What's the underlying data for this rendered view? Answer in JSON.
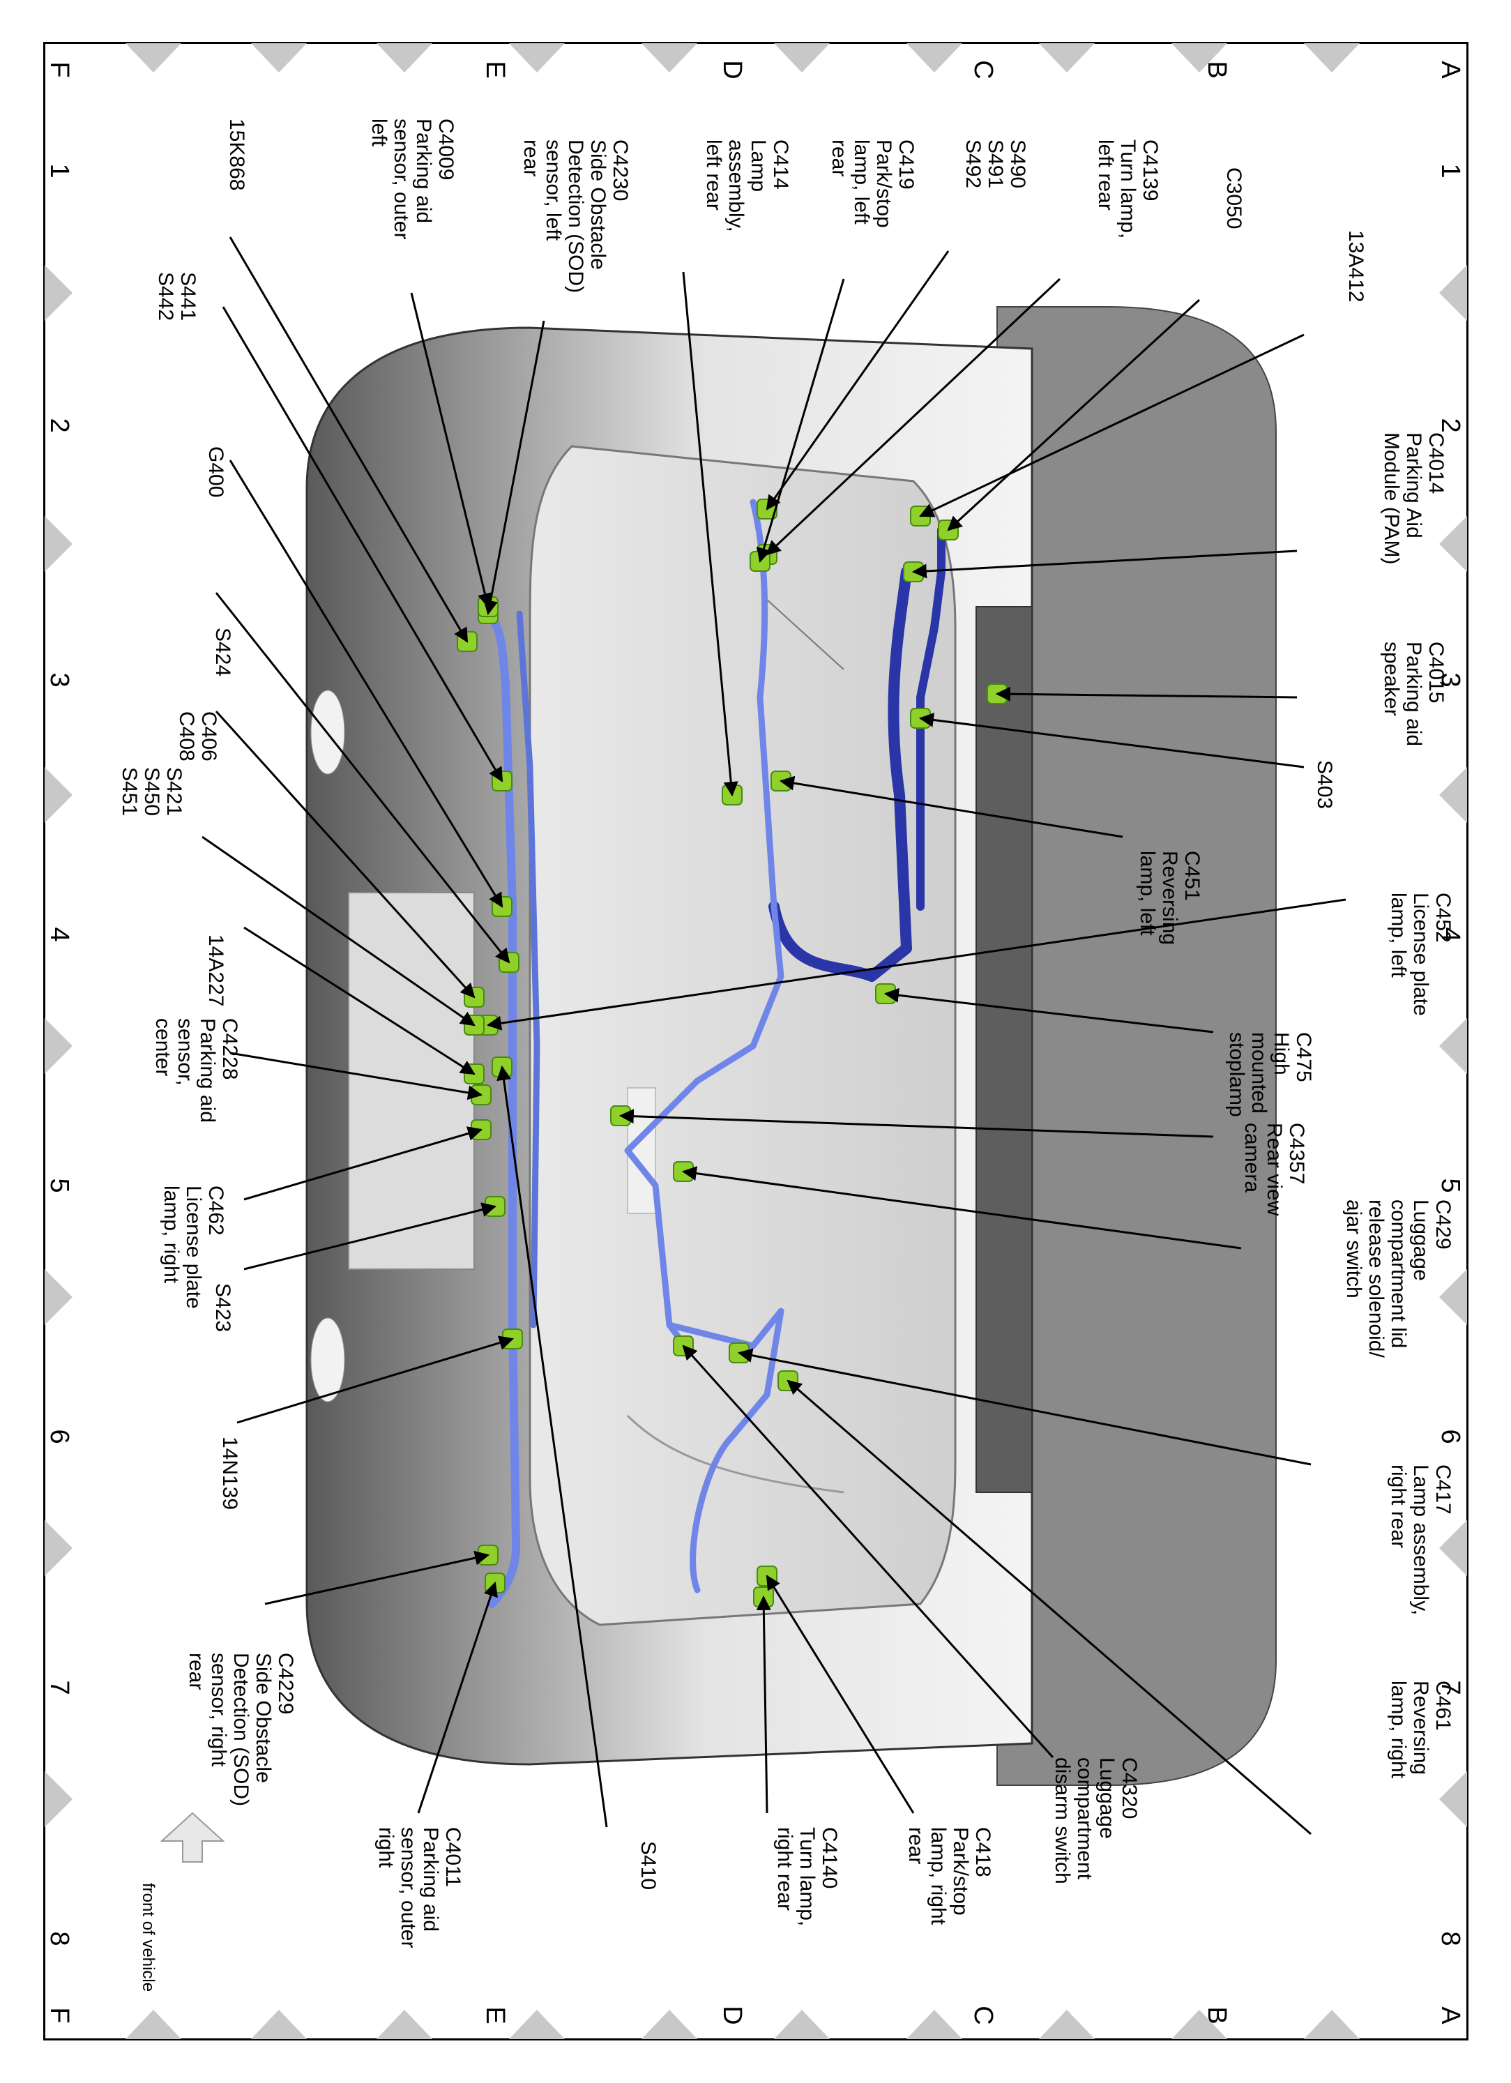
{
  "grid": {
    "columns": [
      "1",
      "2",
      "3",
      "4",
      "5",
      "6",
      "7",
      "8"
    ],
    "rows": [
      "A",
      "B",
      "C",
      "D",
      "E",
      "F"
    ]
  },
  "direction_label": "front of vehicle",
  "colors": {
    "harness_light": "#6f86e8",
    "harness_dark": "#2a35a8",
    "connector": "#8fd12a",
    "body_shade": "#cfcfcf",
    "marker": "#c8c8c8"
  },
  "callouts": [
    {
      "id": "c3050",
      "lines": [
        "C3050"
      ]
    },
    {
      "id": "c4139",
      "lines": [
        "C4139",
        "Turn lamp,",
        "left rear"
      ]
    },
    {
      "id": "s490",
      "lines": [
        "S490",
        "S491",
        "S492"
      ]
    },
    {
      "id": "c419",
      "lines": [
        "C419",
        "Park/stop",
        "lamp, left",
        "rear"
      ]
    },
    {
      "id": "c414",
      "lines": [
        "C414",
        "Lamp",
        "assembly,",
        "left rear"
      ]
    },
    {
      "id": "c4230",
      "lines": [
        "C4230",
        "Side Obstacle",
        "Detection (SOD)",
        "sensor, left",
        "rear"
      ]
    },
    {
      "id": "c4009",
      "lines": [
        "C4009",
        "Parking aid",
        "sensor, outer",
        "left"
      ]
    },
    {
      "id": "15k868",
      "lines": [
        "15K868"
      ]
    },
    {
      "id": "13a412",
      "lines": [
        "13A412"
      ]
    },
    {
      "id": "c4014",
      "lines": [
        "C4014",
        "Parking Aid",
        "Module (PAM)"
      ]
    },
    {
      "id": "c4015",
      "lines": [
        "C4015",
        "Parking aid",
        "speaker"
      ]
    },
    {
      "id": "s403",
      "lines": [
        "S403"
      ]
    },
    {
      "id": "c451",
      "lines": [
        "C451",
        "Reversing",
        "lamp, left"
      ]
    },
    {
      "id": "c452",
      "lines": [
        "C452",
        "License plate",
        "lamp, left"
      ]
    },
    {
      "id": "c475",
      "lines": [
        "C475",
        "High",
        "mounted",
        "stoplamp"
      ]
    },
    {
      "id": "c4357",
      "lines": [
        "C4357",
        "Rear view",
        "camera"
      ]
    },
    {
      "id": "c429",
      "lines": [
        "C429",
        "Luggage",
        "compartment lid",
        "release solenoid/",
        "ajar switch"
      ]
    },
    {
      "id": "c417",
      "lines": [
        "C417",
        "Lamp assembly,",
        "right rear"
      ]
    },
    {
      "id": "c461",
      "lines": [
        "C461",
        "Reversing",
        "lamp, right"
      ]
    },
    {
      "id": "c4320",
      "lines": [
        "C4320",
        "Luggage",
        "compartment",
        "disarm switch"
      ]
    },
    {
      "id": "c418",
      "lines": [
        "C418",
        "Park/stop",
        "lamp, right",
        "rear"
      ]
    },
    {
      "id": "c4140",
      "lines": [
        "C4140",
        "Turn lamp,",
        "right rear"
      ]
    },
    {
      "id": "s410",
      "lines": [
        "S410"
      ]
    },
    {
      "id": "c4011",
      "lines": [
        "C4011",
        "Parking aid",
        "sensor, outer",
        "right"
      ]
    },
    {
      "id": "c4229",
      "lines": [
        "C4229",
        "Side Obstacle",
        "Detection (SOD)",
        "sensor, right",
        "rear"
      ]
    },
    {
      "id": "14n139",
      "lines": [
        "14N139"
      ]
    },
    {
      "id": "s423",
      "lines": [
        "S423"
      ]
    },
    {
      "id": "c462",
      "lines": [
        "C462",
        "License plate",
        "lamp, right"
      ]
    },
    {
      "id": "c4228",
      "lines": [
        "C4228",
        "Parking aid",
        "sensor,",
        "center"
      ]
    },
    {
      "id": "14a227",
      "lines": [
        "14A227"
      ]
    },
    {
      "id": "s421",
      "lines": [
        "S421",
        "S450",
        "S451"
      ]
    },
    {
      "id": "c406",
      "lines": [
        "C406",
        "C408"
      ]
    },
    {
      "id": "s424",
      "lines": [
        "S424"
      ]
    },
    {
      "id": "g400",
      "lines": [
        "G400"
      ]
    },
    {
      "id": "s441",
      "lines": [
        "S441",
        "S442"
      ]
    }
  ]
}
